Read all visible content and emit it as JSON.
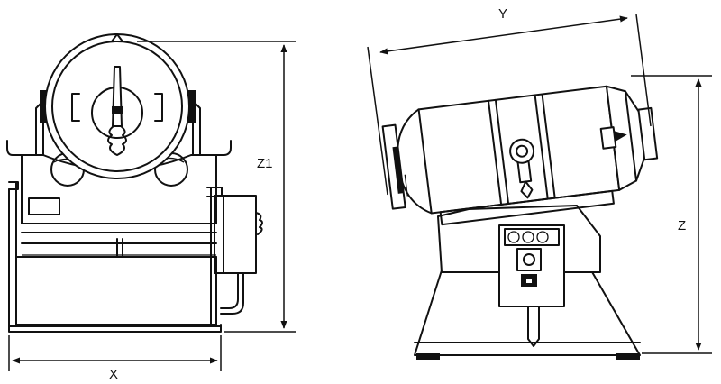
{
  "dimensions": {
    "front_width": "X",
    "front_height": "Z1",
    "side_length": "Y",
    "side_height": "Z"
  }
}
